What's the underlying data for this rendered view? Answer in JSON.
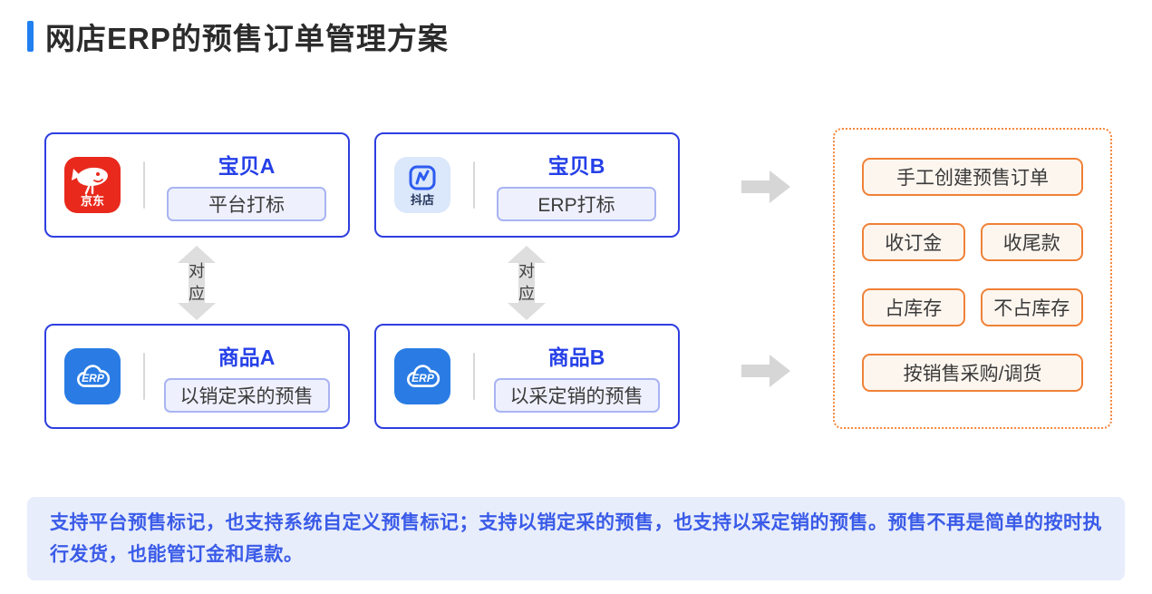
{
  "page": {
    "title": "网店ERP的预售订单管理方案"
  },
  "cards": [
    {
      "title": "宝贝A",
      "tag": "平台打标",
      "icon": "jd-icon",
      "icon_text": "京东"
    },
    {
      "title": "宝贝B",
      "tag": "ERP打标",
      "icon": "doudian-icon",
      "icon_text": "抖店"
    },
    {
      "title": "商品A",
      "tag": "以销定采的预售",
      "icon": "erp-icon",
      "icon_text": "ERP"
    },
    {
      "title": "商品B",
      "tag": "以采定销的预售",
      "icon": "erp-icon",
      "icon_text": "ERP"
    }
  ],
  "mapping": [
    {
      "label": "对应"
    },
    {
      "label": "对应"
    }
  ],
  "result_panel": {
    "rows": [
      [
        "手工创建预售订单"
      ],
      [
        "收订金",
        "收尾款"
      ],
      [
        "占库存",
        "不占库存"
      ],
      [
        "按销售采购/调货"
      ]
    ]
  },
  "footer": {
    "text": "支持平台预售标记，也支持系统自定义预售标记；支持以销定采的预售，也支持以采定销的预售。预售不再是简单的按时执行发货，也能管订金和尾款。"
  },
  "colors": {
    "card_border_blue": "#2e3ee0",
    "label_blue": "#2540e8",
    "title_bar_blue": "#2080f0",
    "tag_border": "#a9b4f2",
    "tag_bg": "#eef1fd",
    "orange_button_border": "#f08137",
    "orange_panel_border": "#f5873c",
    "orange_button_bg": "#fdf6ef",
    "footer_bg": "#e8edfb",
    "footer_text": "#3a5be8",
    "jd_red": "#e8291c",
    "erp_blue": "#2a7ce4",
    "doudian_blue": "#2c5bf0",
    "arrow_gray": "#d6d6d6"
  }
}
